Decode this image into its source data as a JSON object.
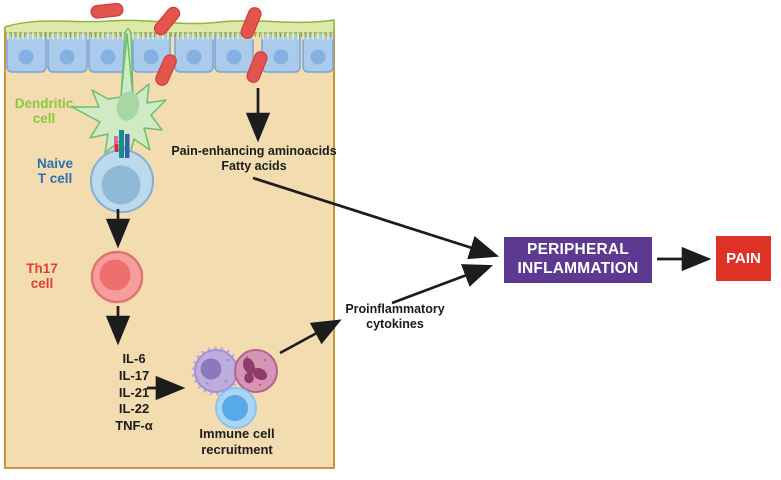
{
  "figure": {
    "panel": {
      "fill": "#f3ddb0",
      "border": "#c9953e",
      "labels": {
        "dendritic_cell": {
          "line1": "Dendritic",
          "line2": "cell",
          "color": "#8cc63f"
        },
        "naive_t_cell": {
          "line1": "Naive",
          "line2": "T cell",
          "color": "#2e6db4"
        },
        "th17_cell": {
          "line1": "Th17",
          "line2": "cell",
          "color": "#e23e33"
        },
        "pain_enhancing": {
          "line1": "Pain-enhancing aminoacids",
          "line2": "Fatty acids"
        },
        "immune_recruitment": {
          "line1": "Immune cell",
          "line2": "recruitment"
        }
      },
      "cytokines": [
        "IL-6",
        "IL-17",
        "IL-21",
        "IL-22",
        "TNF-α"
      ]
    },
    "annotations": {
      "proinflammatory": {
        "line1": "Proinflammatory",
        "line2": "cytokines"
      }
    },
    "nodes": {
      "peripheral_inflammation": {
        "line1": "PERIPHERAL",
        "line2": "INFLAMMATION",
        "color": "#5d3a91"
      },
      "pain": {
        "label": "PAIN",
        "color": "#de3227"
      }
    },
    "colors": {
      "arrow": "#1c1c1c",
      "epithelial_cell": "#abcbed",
      "epithelial_border": "#79a4d9",
      "mucus_layer": "#dde9a6",
      "bacterium": "#e4544e",
      "dendritic_cell": "#cfeac5",
      "naive_t_cell": "#bdd9ec",
      "th17_cell": "#f59e9d",
      "monocyte": "#beaede",
      "neutrophil": "#d795b5",
      "lymphocyte": "#abd6f3"
    }
  }
}
